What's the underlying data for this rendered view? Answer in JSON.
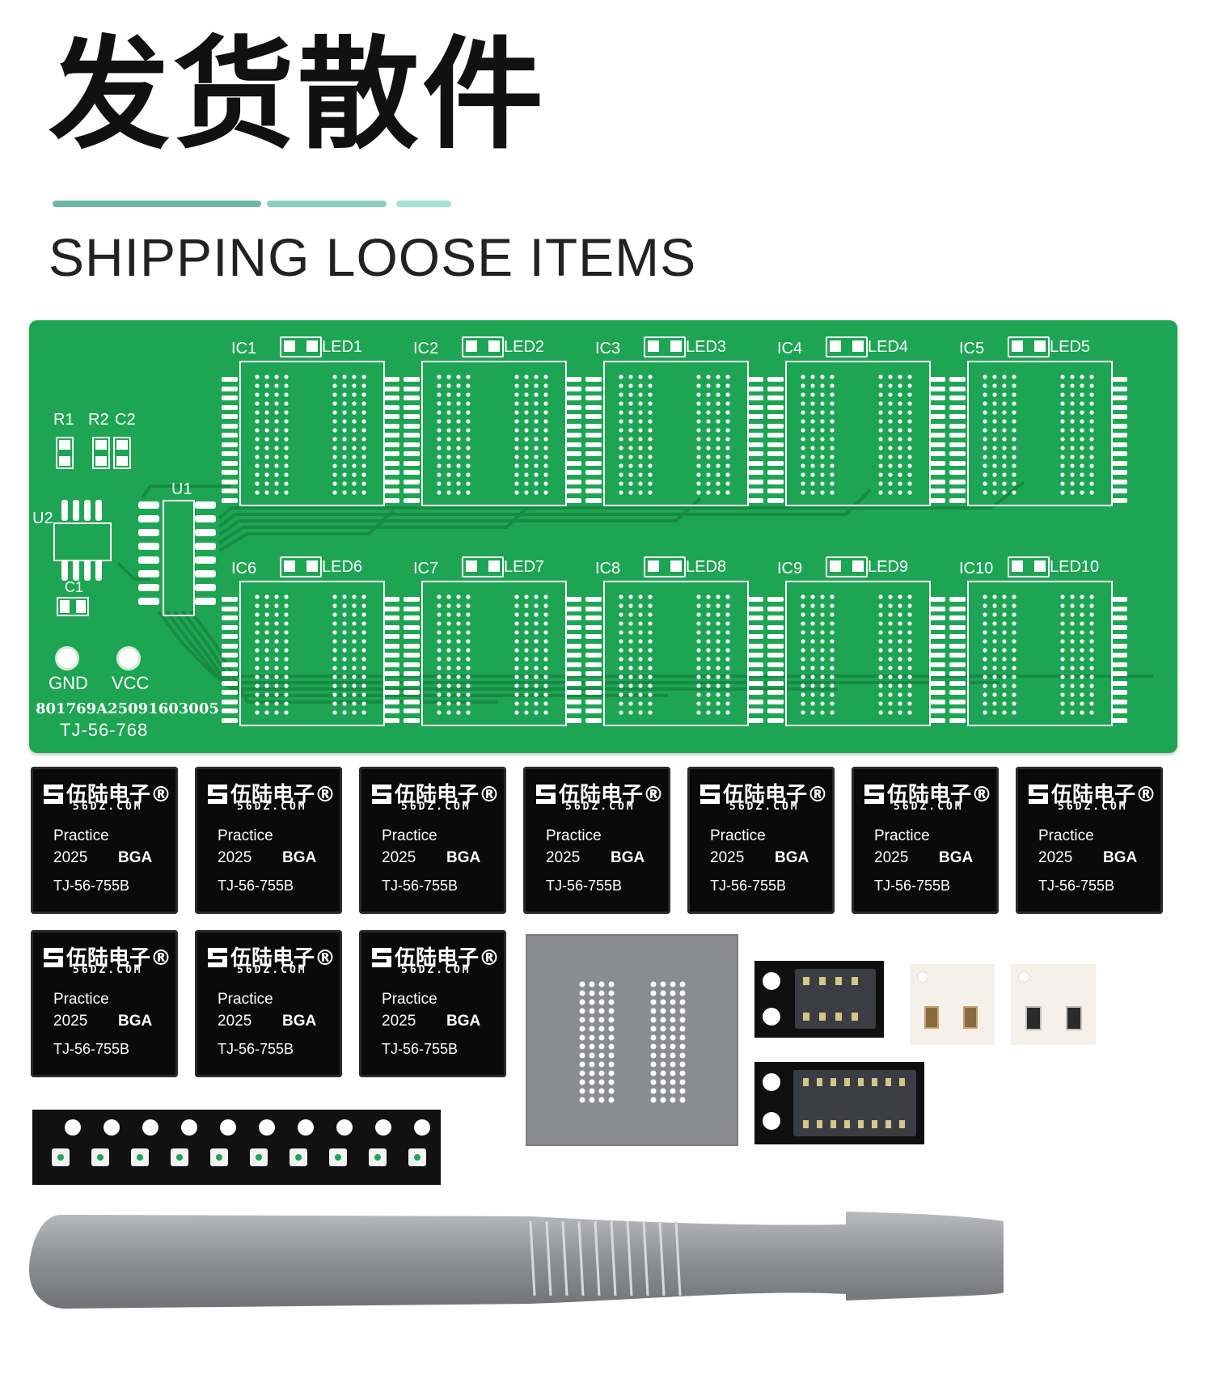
{
  "header": {
    "title_cn": "发货散件",
    "title_en": "SHIPPING LOOSE ITEMS",
    "accent_colors": [
      "#6bb8a8",
      "#8ccfc0",
      "#a8e0d4"
    ]
  },
  "board": {
    "color": "#1ea553",
    "ic_labels": [
      "IC1",
      "IC2",
      "IC3",
      "IC4",
      "IC5",
      "IC6",
      "IC7",
      "IC8",
      "IC9",
      "IC10"
    ],
    "led_labels": [
      "LED1",
      "LED2",
      "LED3",
      "LED4",
      "LED5",
      "LED6",
      "LED7",
      "LED8",
      "LED9",
      "LED10"
    ],
    "r1": "R1",
    "r2": "R2",
    "c2": "C2",
    "c1": "C1",
    "u1": "U1",
    "u2": "U2",
    "gnd": "GND",
    "vcc": "VCC",
    "serial": "801769A25091603005",
    "model": "TJ-56-768"
  },
  "chips": {
    "brand": "伍陆电子®",
    "site": "56DZ.COM",
    "line1": "Practice",
    "year": "2025",
    "type": "BGA",
    "model": "TJ-56-755B",
    "count": 10
  },
  "parts": {
    "stencil": "bga-stencil",
    "soic8": "soic-8-chip",
    "soic16": "soic-16-chip",
    "resistors": "0805-resistors",
    "led_tape": "led-tape",
    "spatula": "spatula-tool"
  }
}
